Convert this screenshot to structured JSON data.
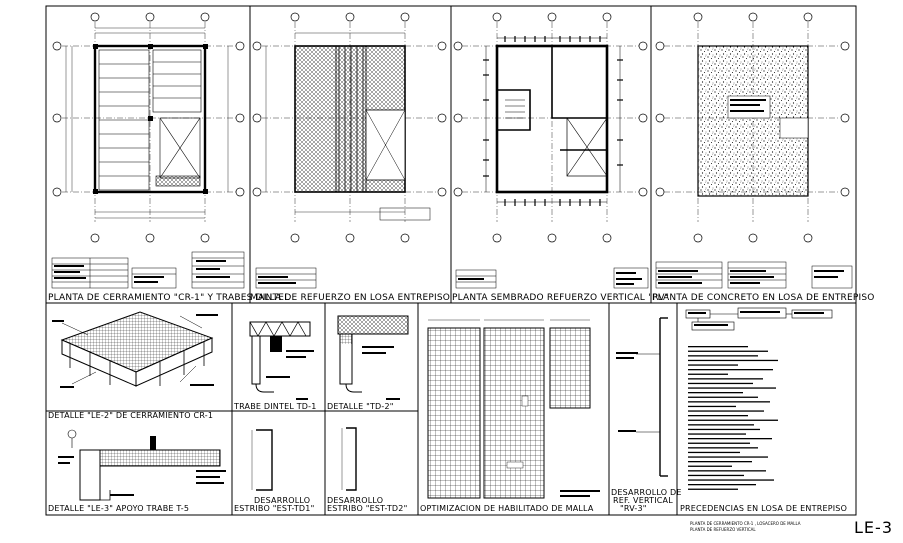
{
  "sheet": {
    "number": "LE-3",
    "footnote_lines": [
      "PLANTA DE CERRAMIENTO CR-1 , LOSACERO DE MALLA",
      "PLANTA DE REFUERZO VERTICAL"
    ]
  },
  "top_panels": [
    {
      "id": "planta-cerramiento",
      "title": "PLANTA DE CERRAMIENTO \"CR-1\" Y TRABES DINTEL"
    },
    {
      "id": "malla-refuerzo",
      "title": "MALLA DE REFUERZO EN LOSA ENTREPISO"
    },
    {
      "id": "planta-sembrado",
      "title": "PLANTA SEMBRADO REFUERZO VERTICAL \"RV\""
    },
    {
      "id": "planta-concreto",
      "title": "PLANTA DE CONCRETO EN LOSA DE ENTREPISO"
    }
  ],
  "detail_panels": [
    {
      "id": "detalle-le2",
      "title": "DETALLE \"LE-2\" DE CERRAMIENTO CR-1"
    },
    {
      "id": "trabe-dintel",
      "title": "TRABE DINTEL  TD-1"
    },
    {
      "id": "detalle-td2",
      "title": "DETALLE \"TD-2\""
    },
    {
      "id": "optimizacion-malla",
      "title": "OPTIMIZACION DE HABILITADO DE MALLA"
    },
    {
      "id": "desarrollo-rv3",
      "title_lines": [
        "DESARROLLO DE",
        "REF. VERTICAL",
        "\"RV-3\""
      ]
    },
    {
      "id": "precedencias",
      "title": "PRECEDENCIAS EN LOSA DE ENTREPISO"
    },
    {
      "id": "detalle-le3",
      "title": "DETALLE \"LE-3\" APOYO TRABE T-5"
    },
    {
      "id": "estribo-td1",
      "title_lines": [
        "DESARROLLO",
        "ESTRIBO  \"EST-TD1\""
      ]
    },
    {
      "id": "estribo-td2",
      "title_lines": [
        "DESARROLLO",
        "ESTRIBO  \"EST-TD2\""
      ]
    }
  ],
  "colors": {
    "ink": "#000000",
    "paper": "#ffffff",
    "hatch": "#333333"
  }
}
